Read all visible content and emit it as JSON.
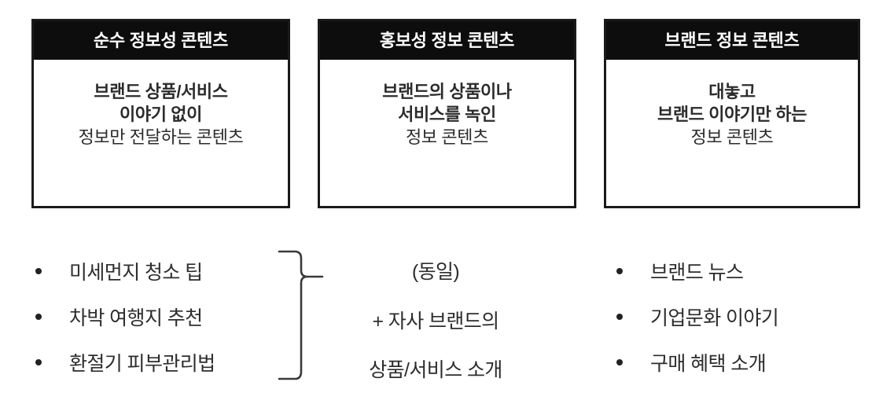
{
  "slide": {
    "background_color": "#ffffff",
    "text_color": "#2d2d2d",
    "header_bg_color": "#0d0d0d",
    "header_text_color": "#ffffff",
    "border_color": "#1a1a1a"
  },
  "cards": [
    {
      "header": "순수 정보성 콘텐츠",
      "body_lines": [
        {
          "text": "브랜드 상품/서비스",
          "bold": true
        },
        {
          "text": "이야기 없이",
          "bold": true
        },
        {
          "text": "정보만 전달하는 콘텐츠",
          "bold": false
        }
      ]
    },
    {
      "header": "홍보성 정보 콘텐츠",
      "body_lines": [
        {
          "text": "브랜드의 상품이나",
          "bold": true
        },
        {
          "text": "서비스를 녹인",
          "bold": true
        },
        {
          "text": "정보 콘텐츠",
          "bold": false
        }
      ]
    },
    {
      "header": "브랜드 정보 콘텐츠",
      "body_lines": [
        {
          "text": "대놓고",
          "bold": true
        },
        {
          "text": "브랜드 이야기만 하는",
          "bold": true
        },
        {
          "text": "정보 콘텐츠",
          "bold": false
        }
      ]
    }
  ],
  "columns": {
    "left": {
      "type": "bullet-list",
      "items": [
        "미세먼지 청소 팁",
        "차박 여행지 추천",
        "환절기 피부관리법"
      ]
    },
    "middle": {
      "type": "text-block",
      "lines": [
        "(동일)",
        "+ 자사 브랜드의",
        "상품/서비스 소개"
      ]
    },
    "right": {
      "type": "bullet-list",
      "items": [
        "브랜드 뉴스",
        "기업문화 이야기",
        "구매 혜택 소개"
      ]
    }
  },
  "brace": {
    "name": "curly-brace-connector",
    "direction": "right",
    "stroke_color": "#3a3a3a"
  }
}
